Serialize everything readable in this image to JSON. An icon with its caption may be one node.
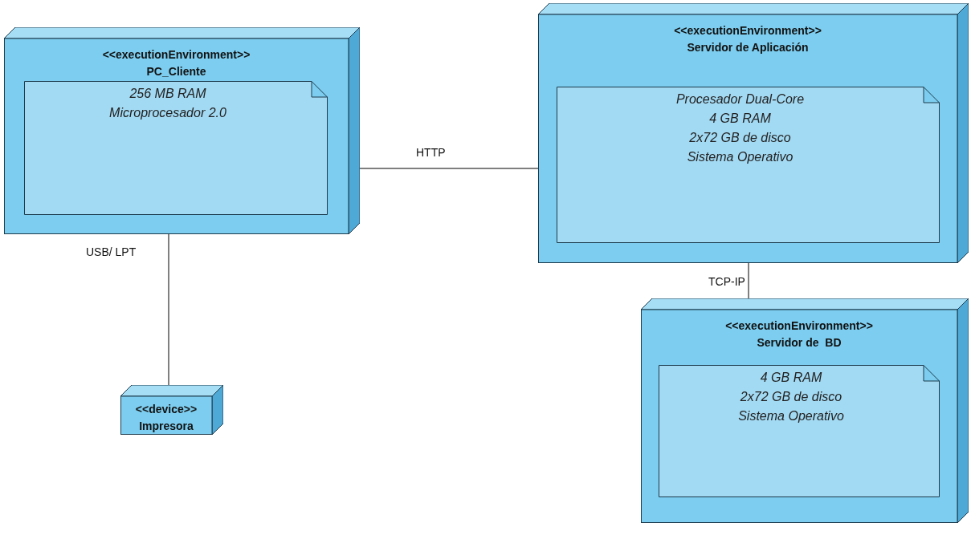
{
  "diagram": {
    "nodes": [
      {
        "text": [
          "<<executionEnvironment>>",
          "PC_Cliente"
        ]
      },
      {
        "text": [
          "256 MB RAM",
          "Microprocesador 2.0"
        ],
        "in": 0
      },
      {
        "text": [
          "<<executionEnvironment>>",
          "Servidor de Aplicación"
        ]
      },
      {
        "text": [
          "Procesador Dual-Core",
          "4 GB RAM",
          "2x72 GB de disco",
          "Sistema Operativo"
        ],
        "in": 2
      },
      {
        "text": [
          "<<executionEnvironment>>",
          "Servidor de  BD"
        ]
      },
      {
        "text": [
          "4 GB RAM",
          "2x72 GB de disco",
          "Sistema Operativo"
        ],
        "in": 4
      },
      {
        "text": [
          "<<device>>",
          "Impresora"
        ]
      }
    ],
    "edges": [
      {
        "from": 0,
        "to": 2,
        "arrow": "none",
        "label": "HTTP"
      },
      {
        "from": 0,
        "to": 6,
        "arrow": "none",
        "label": "USB/ LPT"
      },
      {
        "from": 2,
        "to": 4,
        "arrow": "none",
        "label": "TCP-IP"
      }
    ]
  }
}
